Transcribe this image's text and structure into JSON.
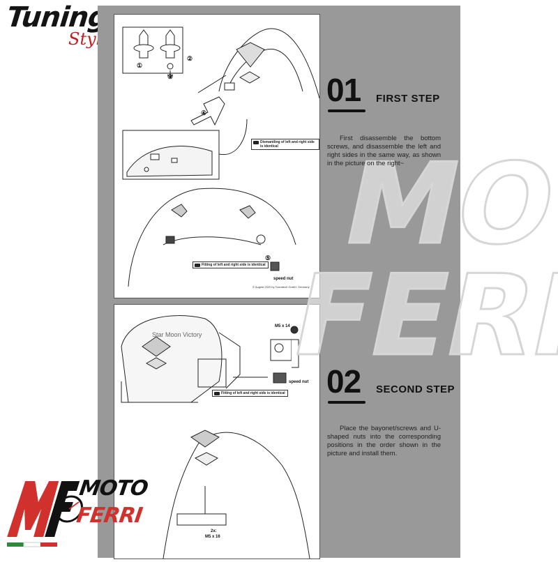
{
  "brand": {
    "tuning": "Tuning",
    "style": "Style",
    "watermark_line1": "MOTO",
    "watermark_line2": "FERRI",
    "logo_moto": "MOTO",
    "logo_ferri": "FERRI",
    "logo_initials": "MF"
  },
  "colors": {
    "panel": "#999999",
    "text": "#111111",
    "accent_red": "#c21e20"
  },
  "step1": {
    "number": "01",
    "title": "FIRST STEP",
    "text": "First disassemble the bottom screws, and disassemble the left and right sides in the same way, as shown in the picture on the right~",
    "diagram": {
      "callouts": [
        "①",
        "②",
        "③",
        "④",
        "⑤"
      ],
      "note_top": "Dismantling of left and right side is identical",
      "note_bottom": "Fitting of left and right side is identical",
      "speed_nut": "speed nut",
      "copyright": "© August 2020 by Touratech GmbH, Germany"
    }
  },
  "step2": {
    "number": "02",
    "title": "SECOND STEP",
    "text": "Place the bayonet/screws and U-shaped nuts into the corresponding positions in the order shown in the picture and install them.",
    "diagram": {
      "bolt_label": "M5 x 14",
      "speed_nut": "speed nut",
      "note": "Fitting of left and right side is identical",
      "bottom_label_1": "2x:",
      "bottom_label_2": "M5 x 16",
      "watermark": "Star Moon Victory"
    }
  }
}
